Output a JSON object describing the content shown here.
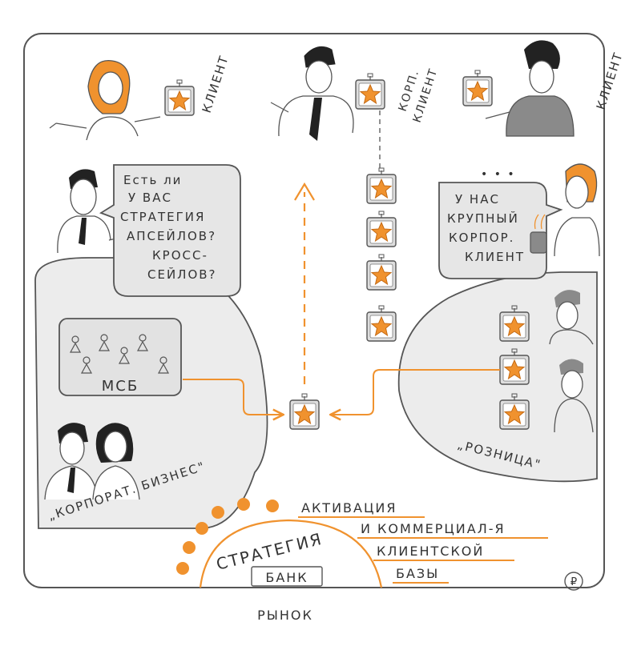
{
  "labels": {
    "client_left": "КЛИЕНТ",
    "corp_client_line1": "КОРП.",
    "corp_client_line2": "КЛИЕНТ",
    "client_right": "КЛИЕНТ",
    "market": "РЫНОК",
    "msb": "МСБ",
    "corporate_business": "„КОРПОРАТ. БИЗНЕС\"",
    "retail": "„РОЗНИЦА\"",
    "bank": "БАНК",
    "strategy": "СТРАТЕГИЯ",
    "currency": "₽"
  },
  "speech_left": [
    "Есть ли",
    "У ВАС",
    "СТРАТЕГИЯ",
    "АПСЕЙЛОВ?",
    "КРОСС-",
    "СЕЙЛОВ?"
  ],
  "speech_right": [
    "У НАС",
    "КРУПНЫЙ",
    "КОРПОР.",
    "КЛИЕНТ"
  ],
  "speech_dots": "• • •",
  "activation": [
    "АКТИВАЦИЯ",
    "И КОММЕРЦИАЛ-Я",
    "КЛИЕНТСКОЙ",
    "БАЗЫ"
  ],
  "colors": {
    "accent": "#f0922e",
    "line": "#555555",
    "fill_gray": "#ececec"
  }
}
